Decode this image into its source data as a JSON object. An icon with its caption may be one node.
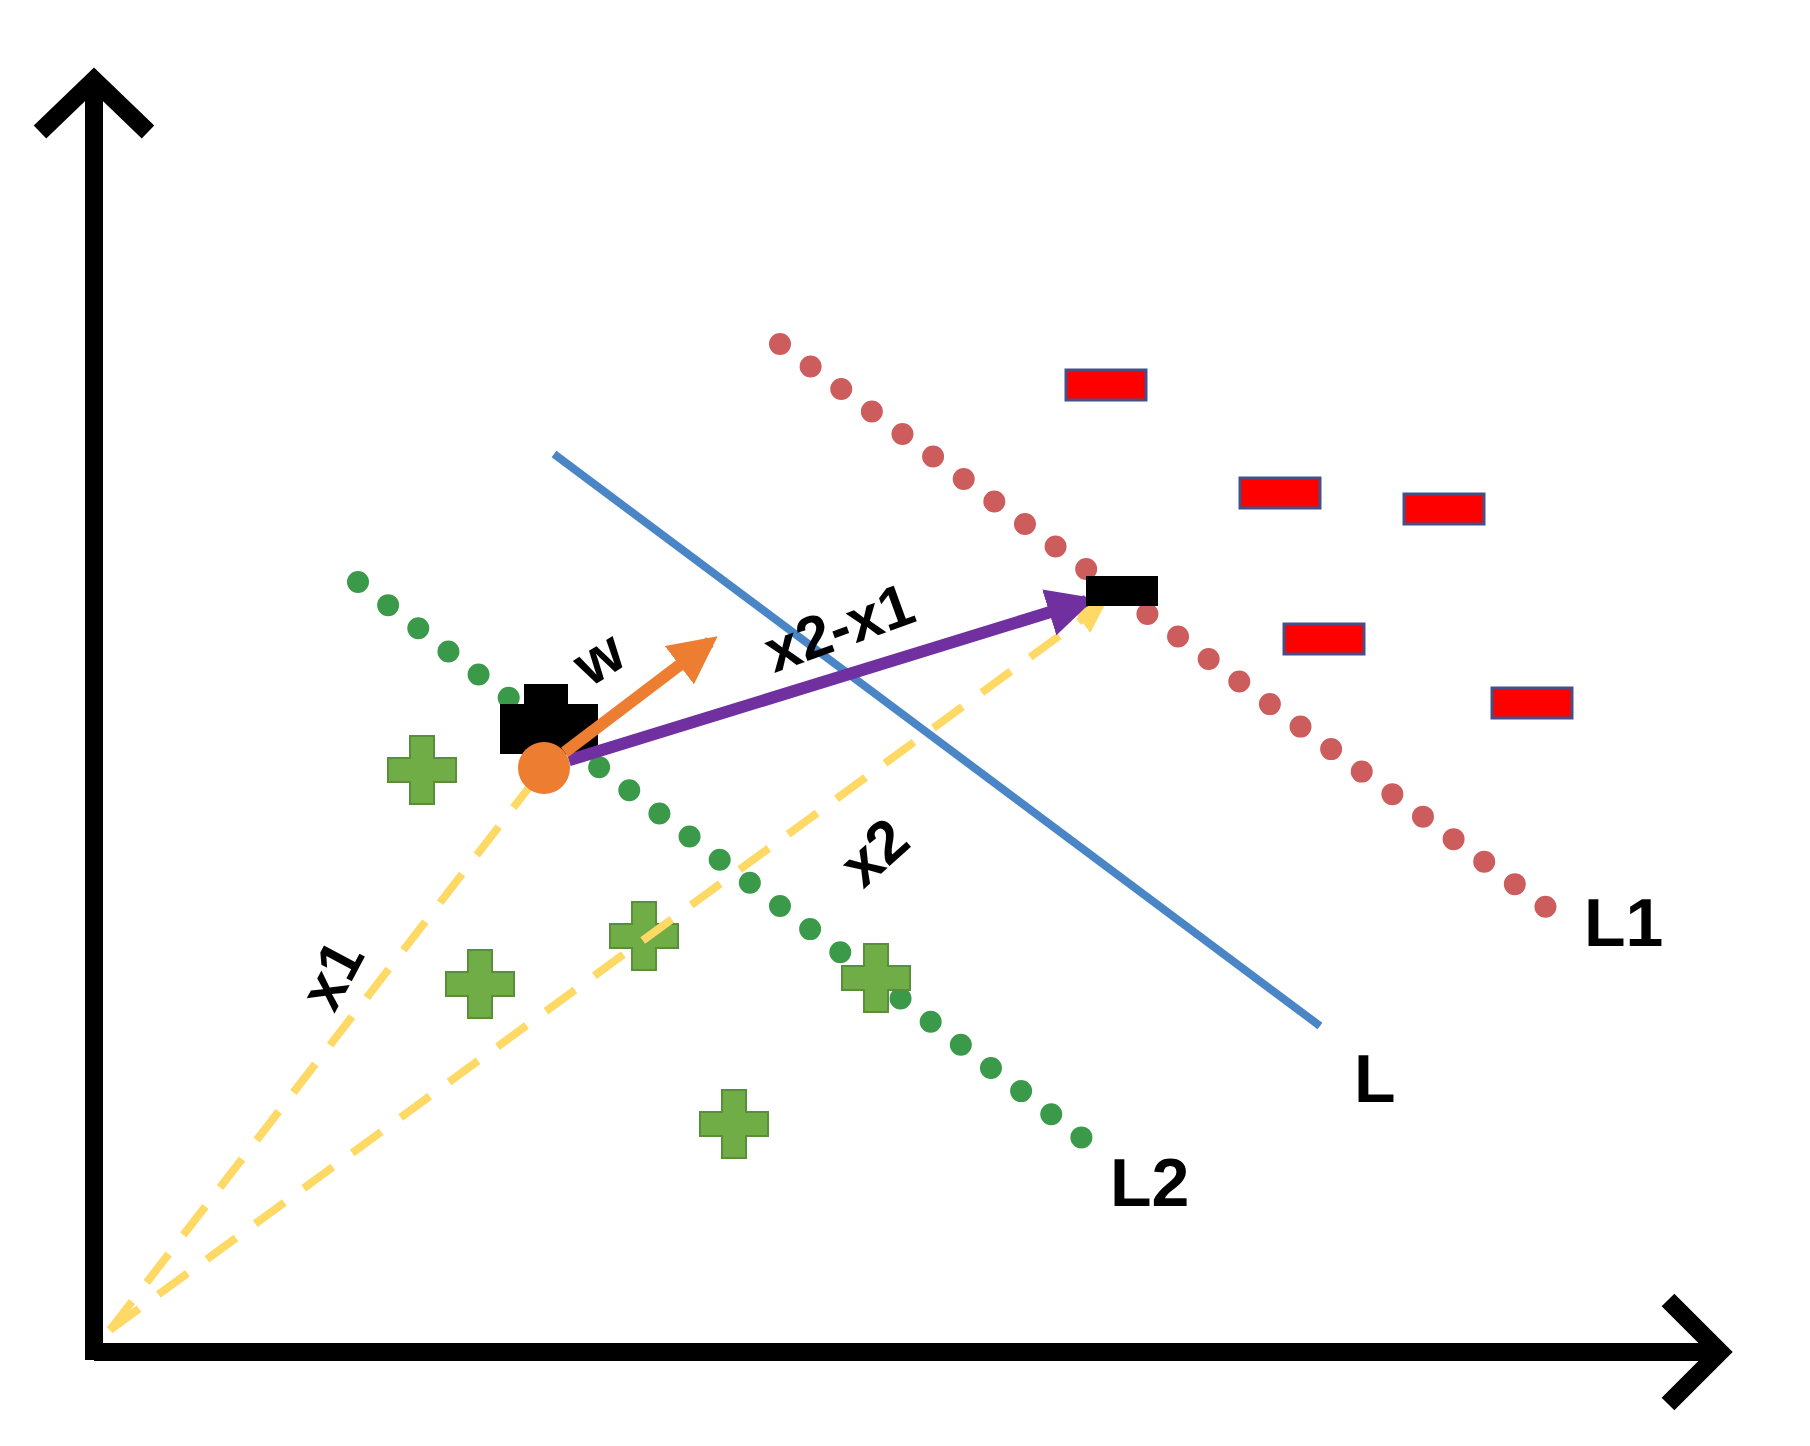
{
  "diagram": {
    "nodes": [
      {
        "text": [],
        "shape": "circle"
      },
      {
        "text": [],
        "shape": "bar"
      }
    ],
    "edges": [
      {
        "from": null,
        "to": 0,
        "arrow": "none",
        "label": "x1",
        "style": "dashed",
        "color": "#ffd966"
      },
      {
        "from": null,
        "to": 1,
        "arrow": "to",
        "label": "x2",
        "style": "dashed",
        "color": "#ffd966"
      },
      {
        "from": 0,
        "to": 1,
        "arrow": "to",
        "label": "x2-x1",
        "color": "#7030a0"
      },
      {
        "from": 0,
        "to": null,
        "arrow": "to",
        "label": "w",
        "color": "#ed7d31"
      }
    ],
    "labels": [
      "L1",
      "L",
      "L2"
    ]
  }
}
